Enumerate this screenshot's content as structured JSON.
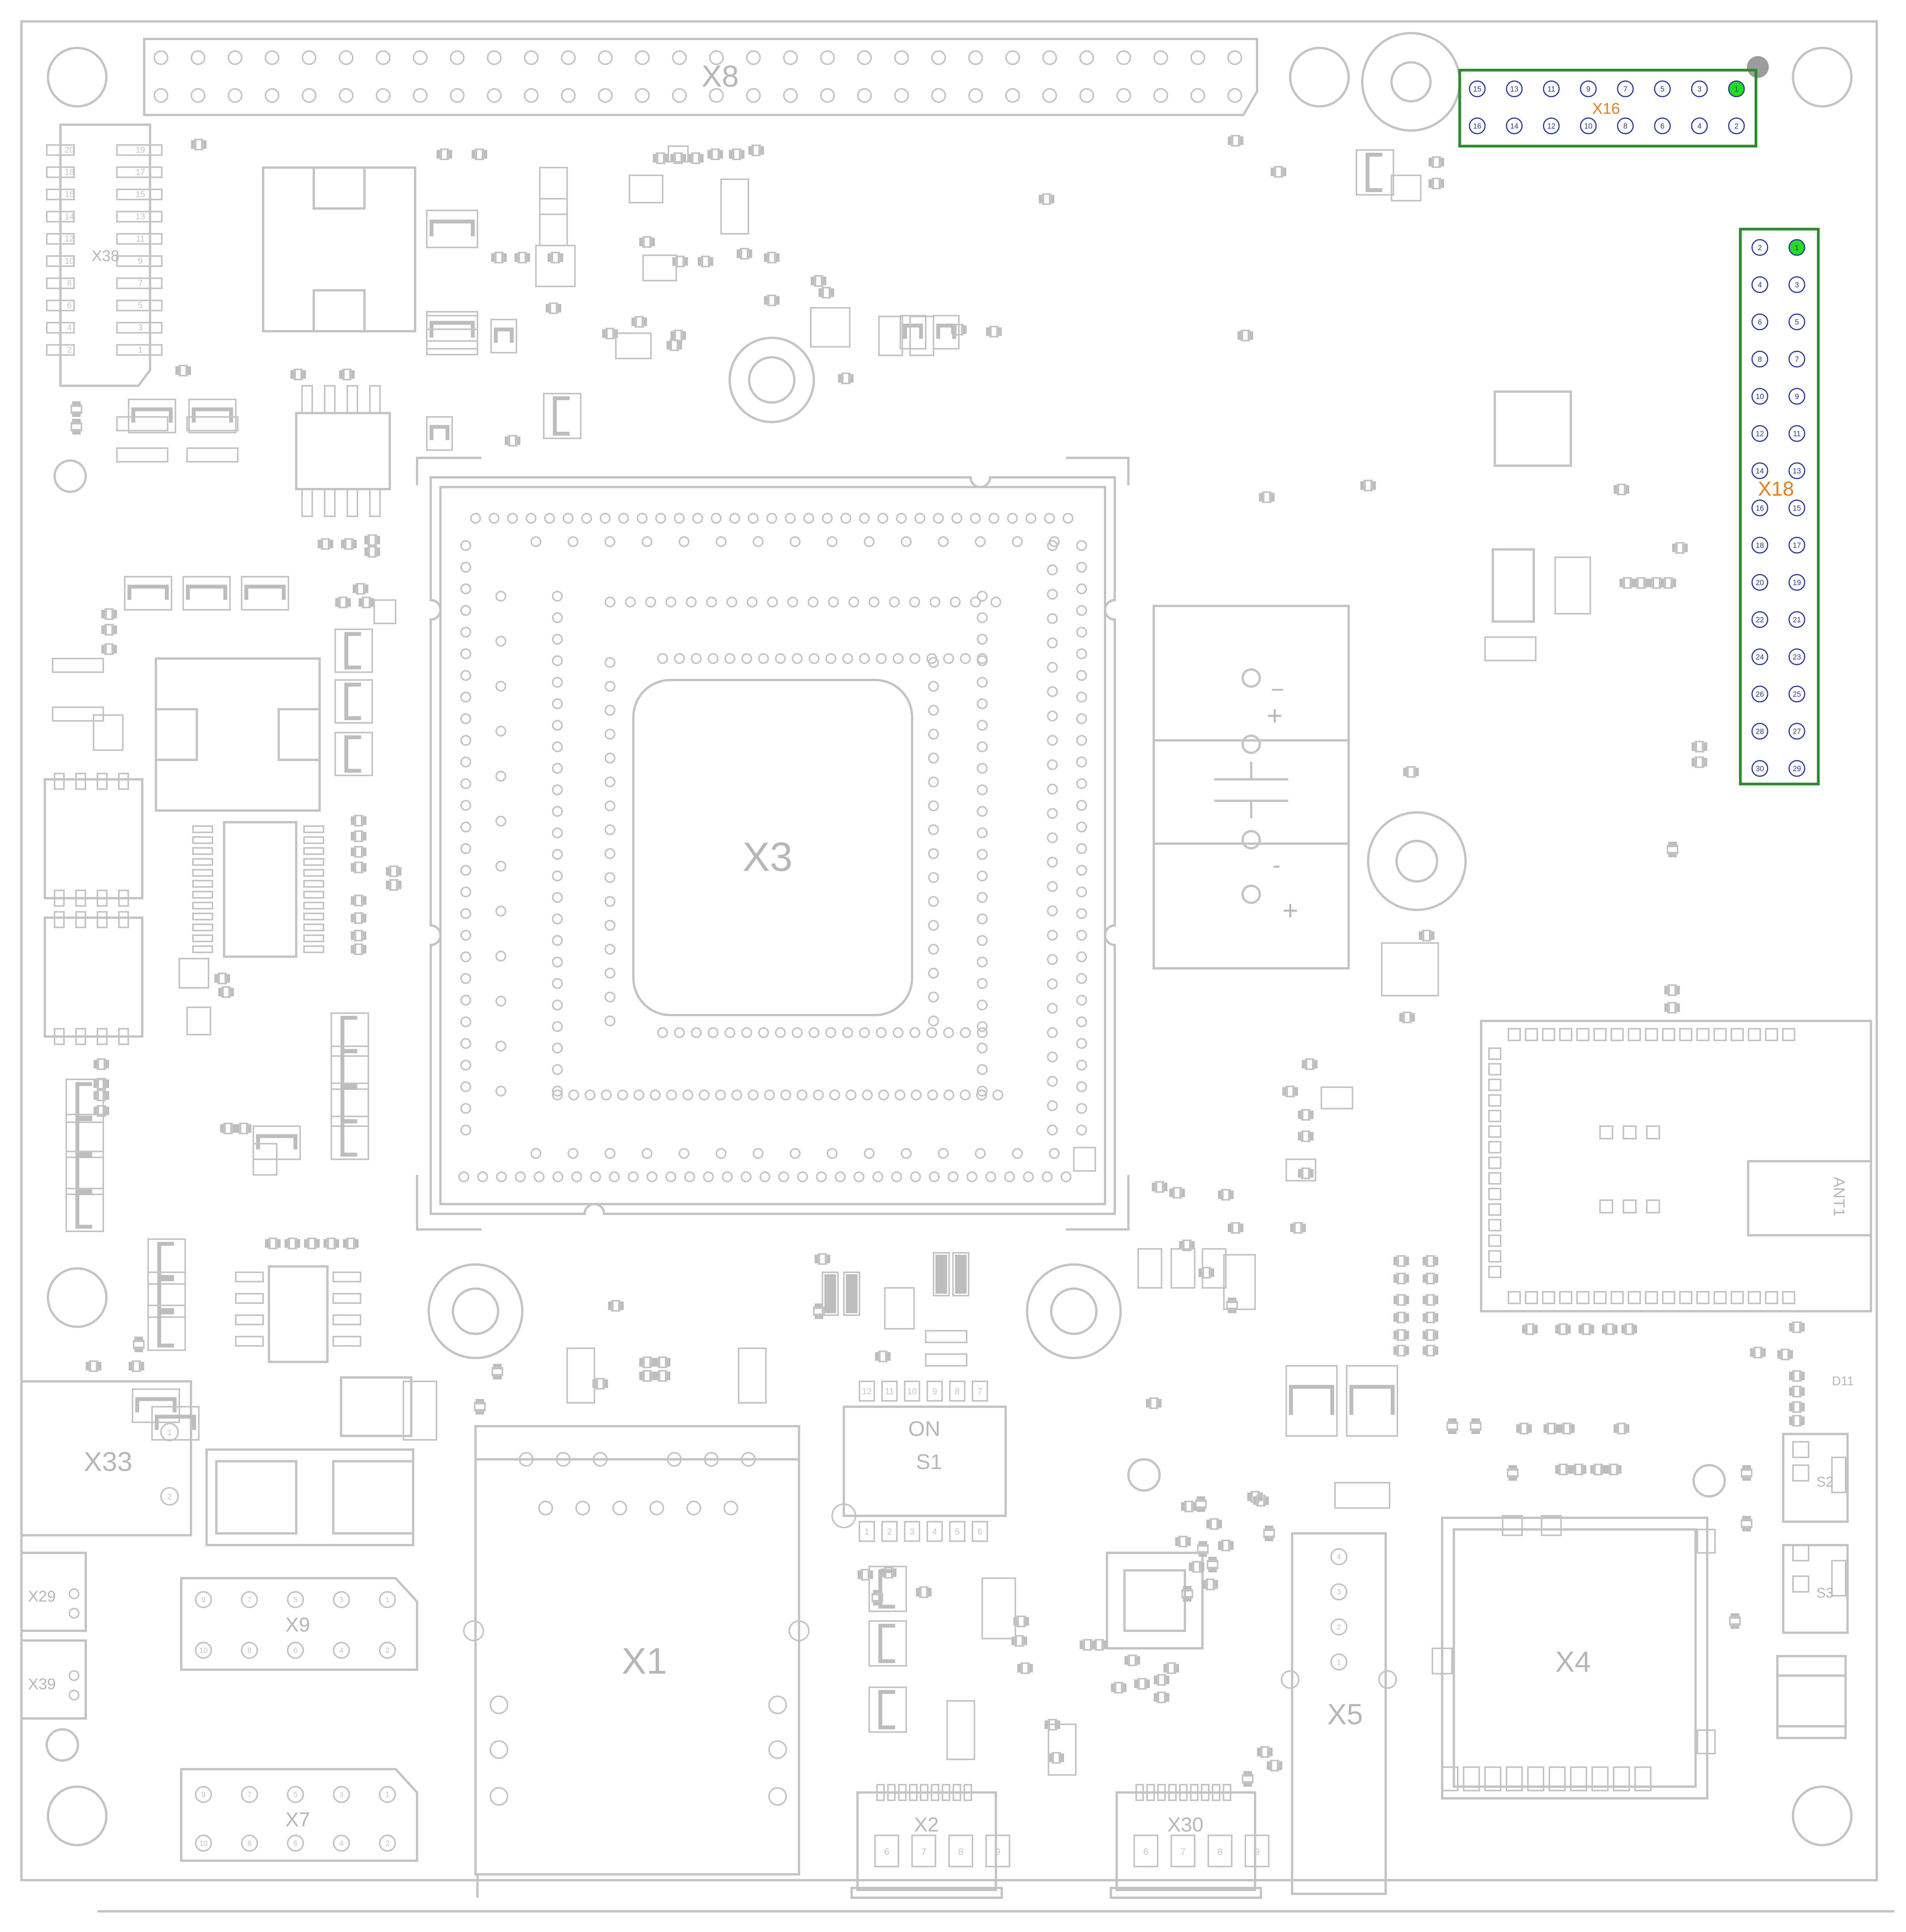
{
  "colors": {
    "outline": "#c4c4c4",
    "pad": "#bdbdbd",
    "highlight_frame": "#2b8a2b",
    "highlight_label": "#e87f1a",
    "pin_number": "#2a3a9a",
    "pin1_fill": "#22dd22",
    "marker": "#9d9d9d"
  },
  "labels": {
    "x8": "X8",
    "x16": "X16",
    "x18": "X18",
    "x38": "X38",
    "x3": "X3",
    "x33": "X33",
    "x29": "X29",
    "x39": "X39",
    "x9": "X9",
    "x7": "X7",
    "x1": "X1",
    "x2": "X2",
    "x30": "X30",
    "x5": "X5",
    "x4": "X4",
    "s1": "S1",
    "s1_on": "ON",
    "s2": "S2",
    "s3": "S3",
    "ant1": "ANT1",
    "d11": "D11",
    "cap_minus": "−",
    "cap_plus": "+",
    "cap_minus2": "-",
    "cap_plus2": "+"
  },
  "x16": {
    "top_row": [
      "15",
      "13",
      "11",
      "9",
      "7",
      "5",
      "3",
      "1"
    ],
    "bottom_row": [
      "16",
      "14",
      "12",
      "10",
      "8",
      "6",
      "4",
      "2"
    ],
    "pin1": "1"
  },
  "x18": {
    "left_col": [
      "2",
      "4",
      "6",
      "8",
      "10",
      "12",
      "14",
      "16",
      "18",
      "20",
      "22",
      "24",
      "26",
      "28",
      "30"
    ],
    "right_col": [
      "1",
      "3",
      "5",
      "7",
      "9",
      "11",
      "13",
      "15",
      "17",
      "19",
      "21",
      "23",
      "25",
      "27",
      "29"
    ],
    "pin1": "1"
  },
  "x38": {
    "left_col": [
      "20",
      "18",
      "16",
      "14",
      "12",
      "10",
      "8",
      "6",
      "4",
      "2"
    ],
    "right_col": [
      "19",
      "17",
      "15",
      "13",
      "11",
      "9",
      "7",
      "5",
      "3",
      "1"
    ]
  },
  "x9": {
    "top_row": [
      "9",
      "7",
      "5",
      "3",
      "1"
    ],
    "bottom_row": [
      "10",
      "8",
      "6",
      "4",
      "2"
    ]
  },
  "x7": {
    "top_row": [
      "9",
      "7",
      "5",
      "3",
      "1"
    ],
    "bottom_row": [
      "10",
      "8",
      "6",
      "4",
      "2"
    ]
  },
  "s1": {
    "top_pins": [
      "12",
      "11",
      "10",
      "9",
      "8",
      "7"
    ],
    "bottom_pins": [
      "1",
      "2",
      "3",
      "4",
      "5",
      "6"
    ]
  },
  "x33_pins": [
    "1",
    "2"
  ],
  "x2_pins": [
    "6",
    "7",
    "8",
    "9"
  ],
  "x30_pins": [
    "6",
    "7",
    "8",
    "9"
  ],
  "x5_pins": [
    "4",
    "3",
    "2",
    "1"
  ]
}
